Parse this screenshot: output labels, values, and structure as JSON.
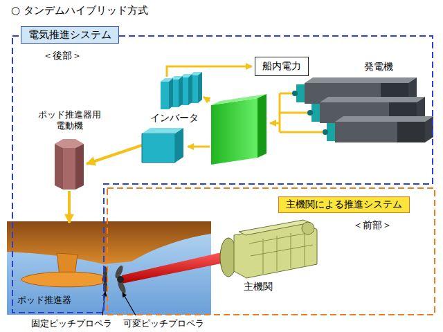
{
  "diagram": {
    "title": "○ タンデムハイブリッド方式",
    "nodes": [
      {
        "text": [
          "電気推進システム",
          "＜後部＞"
        ]
      },
      {
        "text": [
          "主機関による推進システム",
          "＜前部＞"
        ]
      },
      {
        "text": [
          "船内電力"
        ],
        "in": 0
      },
      {
        "text": [
          "発電機"
        ],
        "in": 0
      },
      {
        "text": [
          "インバータ"
        ],
        "in": 0
      },
      {
        "text": [
          "ポッド推進器用 電動機"
        ],
        "in": 0
      },
      {
        "text": [
          "ポッド推進器"
        ],
        "in": 0
      },
      {
        "text": [
          "主機関"
        ],
        "in": 1
      }
    ],
    "edges": [
      {
        "from": 4,
        "to": 5,
        "arrow": "to"
      },
      {
        "from": 5,
        "to": 6,
        "arrow": "to"
      }
    ],
    "labels": [
      "固定ピッチプロペラ",
      "可変ピッチプロペラ"
    ]
  }
}
